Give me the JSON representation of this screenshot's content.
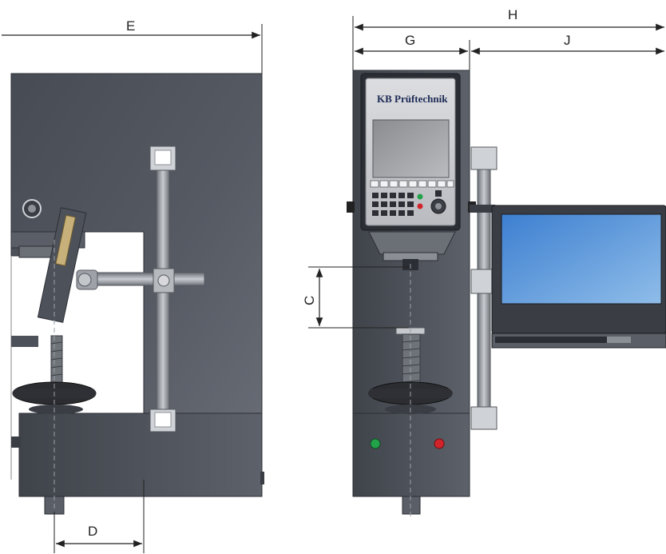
{
  "dimensions": {
    "E": "E",
    "D": "D",
    "H": "H",
    "G": "G",
    "J": "J",
    "C": "C"
  },
  "panel": {
    "brand_logo": "KB",
    "brand_name": "Prüftechnik"
  },
  "colors": {
    "machine_body": "#4e525a",
    "machine_dark": "#3a3d44",
    "frame_bg": "#ffffff",
    "screen_blue": "#4f8fd6",
    "indicator_green": "#22a34a",
    "indicator_red": "#d2232a"
  }
}
